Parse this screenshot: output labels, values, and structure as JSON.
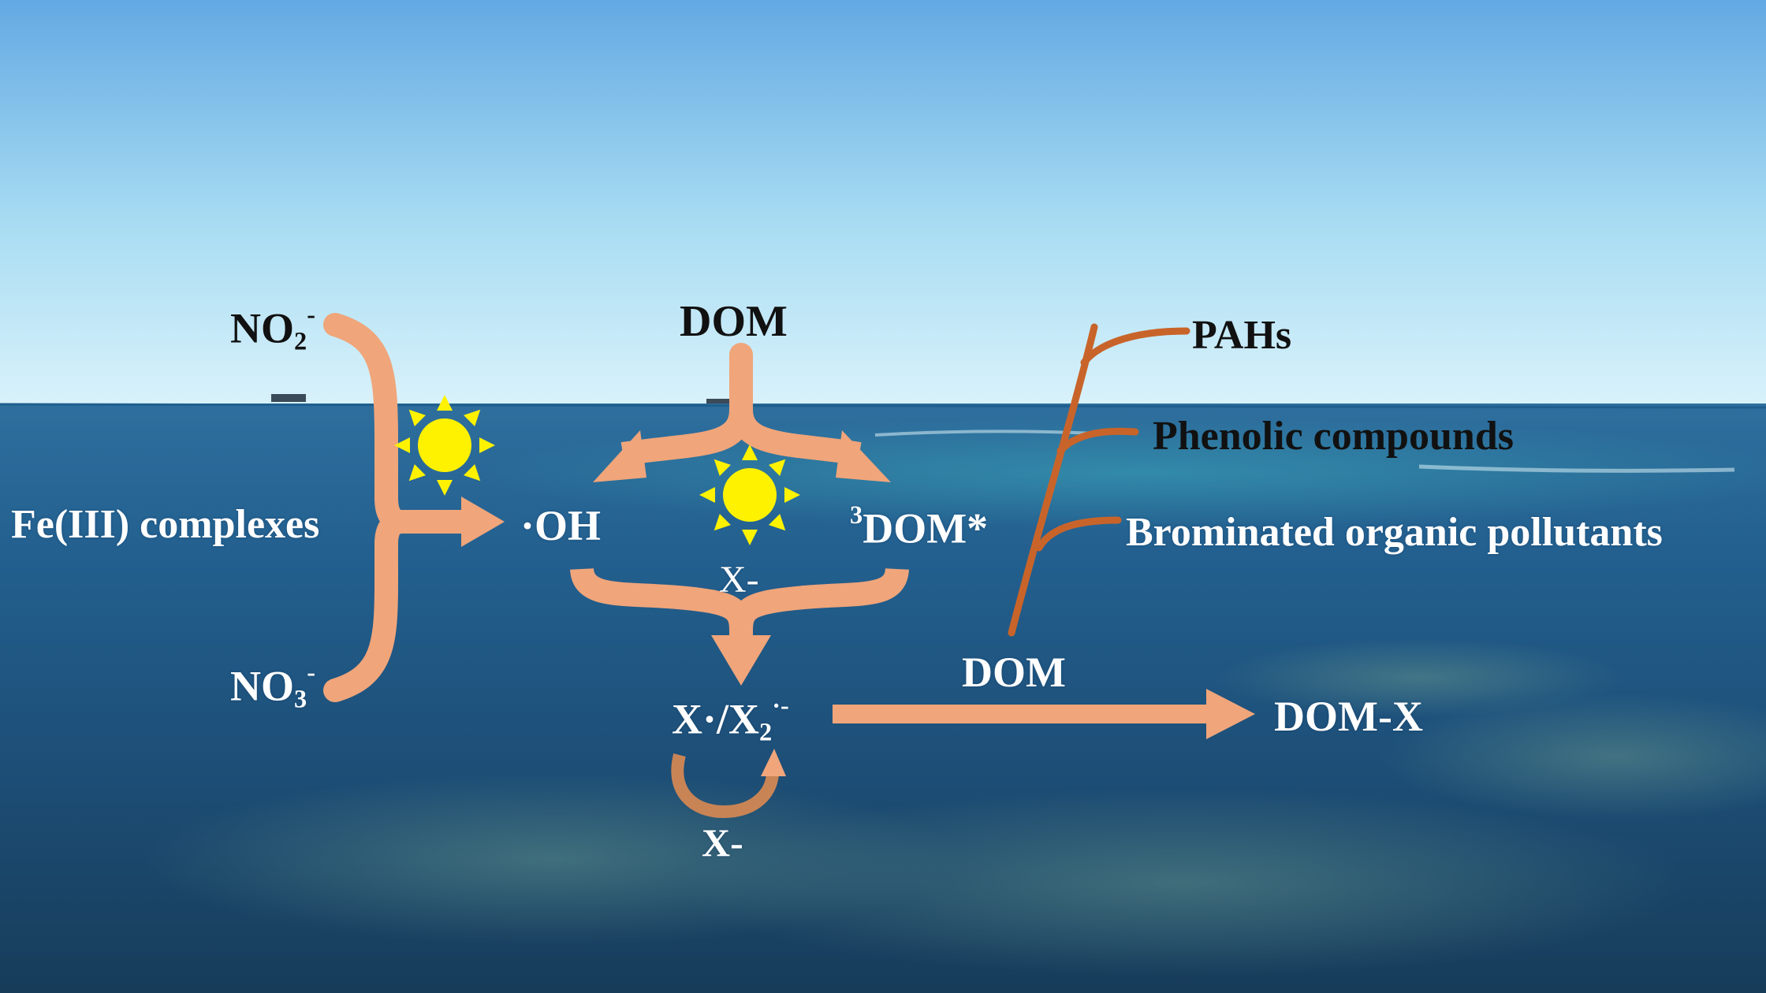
{
  "colors": {
    "arrow": "#f0a57a",
    "dom_branch": "#c8642a",
    "sun": "#fff200",
    "text_light": "#ffffff",
    "text_dark": "#111111"
  },
  "sources": {
    "no2": {
      "main": "NO",
      "sub": "2",
      "sup": "-"
    },
    "fe": "Fe(III) complexes",
    "no3": {
      "main": "NO",
      "sub": "3",
      "sup": "-"
    }
  },
  "center": {
    "dom_top": "DOM",
    "oh": {
      "dot": "·",
      "main": "OH"
    },
    "triplet": {
      "sup": "3",
      "main": "DOM*"
    },
    "halide_mid": "X-",
    "radical": {
      "a": "X·/X",
      "sub": "2",
      "sup": "·-"
    },
    "halide_bottom": "X-"
  },
  "pollutants": {
    "pahs": "PAHs",
    "phenolic": "Phenolic compounds",
    "brominated": "Brominated organic pollutants"
  },
  "products": {
    "dom": "DOM",
    "dom_x": "DOM-X"
  },
  "icons": [
    "sun-icon",
    "sun-icon"
  ]
}
